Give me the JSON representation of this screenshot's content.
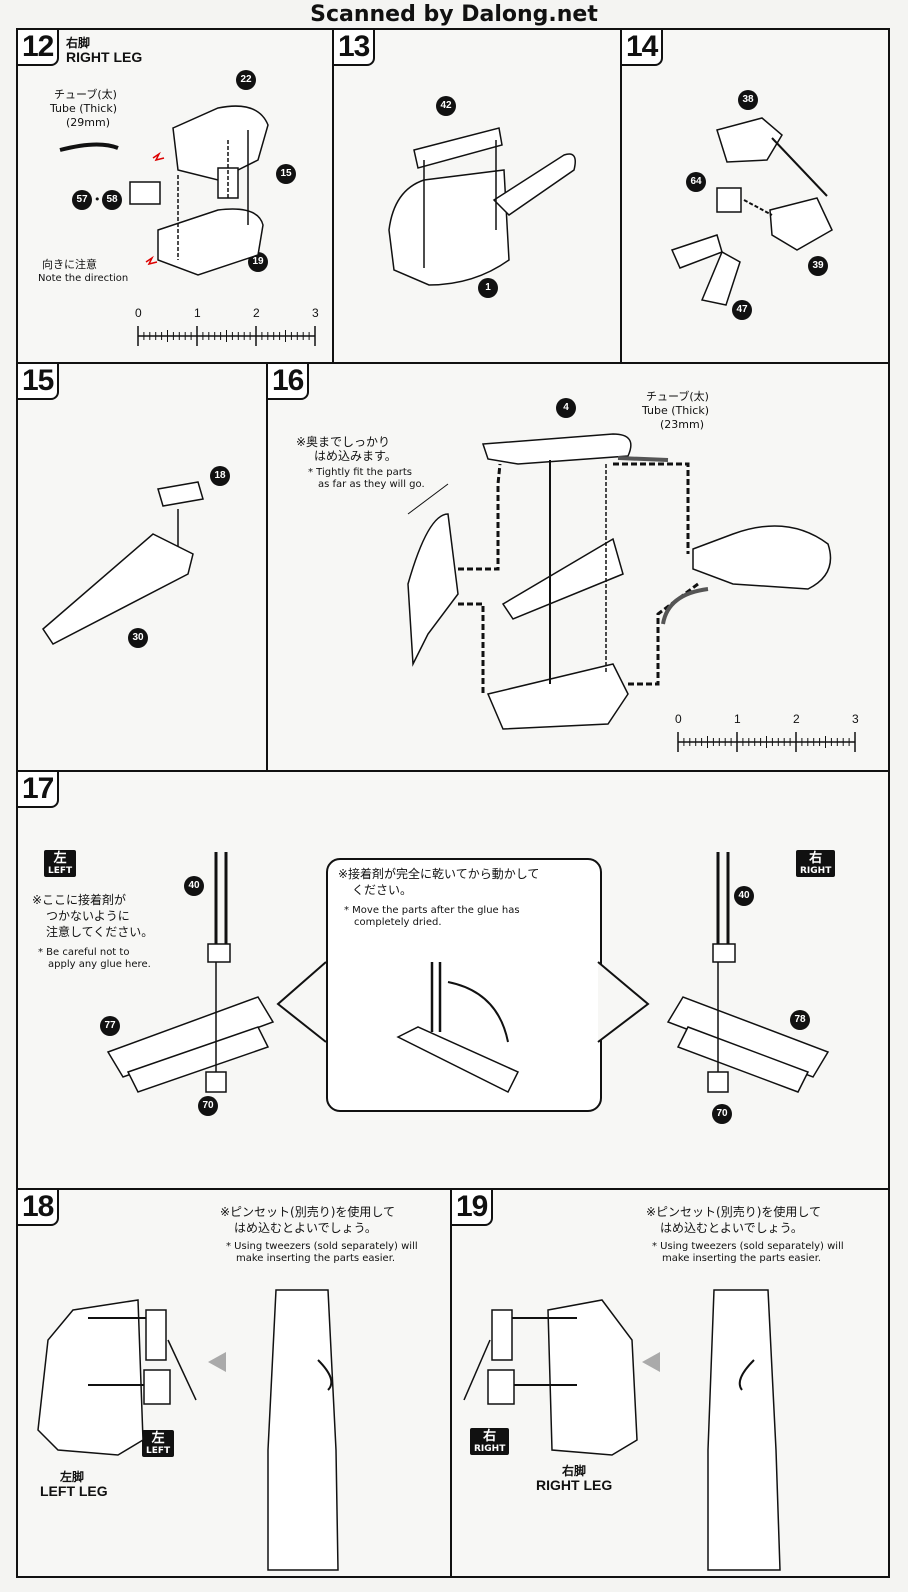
{
  "header": "Scanned by Dalong.net",
  "parts": {
    "p1": "1",
    "p4": "4",
    "p15": "15",
    "p18": "18",
    "p19": "19",
    "p22": "22",
    "p30": "30",
    "p38": "38",
    "p39": "39",
    "p40": "40",
    "p42": "42",
    "p47": "47",
    "p57": "57",
    "p58": "58",
    "p64": "64",
    "p70": "70",
    "p77": "77",
    "p78": "78"
  },
  "step12": {
    "number": "12",
    "title_jp": "右脚",
    "title_en": "RIGHT LEG",
    "tube_jp": "チューブ(太)",
    "tube_en": "Tube (Thick)",
    "tube_len": "(29mm)",
    "note_jp": "向きに注意",
    "note_en": "Note the direction",
    "sep": "•",
    "ruler": [
      "0",
      "1",
      "2",
      "3"
    ]
  },
  "step13": {
    "number": "13"
  },
  "step14": {
    "number": "14"
  },
  "step15": {
    "number": "15"
  },
  "step16": {
    "number": "16",
    "note_jp1": "※奥までしっかり",
    "note_jp2": "はめ込みます。",
    "note_en1": "* Tightly fit the parts",
    "note_en2": "as far as they will go.",
    "tube_jp": "チューブ(太)",
    "tube_en": "Tube (Thick)",
    "tube_len": "(23mm)",
    "ruler": [
      "0",
      "1",
      "2",
      "3"
    ]
  },
  "step17": {
    "number": "17",
    "left_jp": "左",
    "left_en": "LEFT",
    "right_jp": "右",
    "right_en": "RIGHT",
    "note_jp1": "※ここに接着剤が",
    "note_jp2": "つかないように",
    "note_jp3": "注意してください。",
    "note_en1": "* Be careful not to",
    "note_en2": "apply any glue here.",
    "bubble_jp1": "※接着剤が完全に乾いてから動かして",
    "bubble_jp2": "ください。",
    "bubble_en1": "* Move the parts after the glue has",
    "bubble_en2": "completely dried."
  },
  "step18": {
    "number": "18",
    "note_jp1": "※ピンセット(別売り)を使用して",
    "note_jp2": "はめ込むとよいでしょう。",
    "note_en1": "* Using tweezers (sold separately) will",
    "note_en2": "make inserting the parts easier.",
    "badge_jp": "左",
    "badge_en": "LEFT",
    "leg_jp": "左脚",
    "leg_en": "LEFT LEG"
  },
  "step19": {
    "number": "19",
    "note_jp1": "※ピンセット(別売り)を使用して",
    "note_jp2": "はめ込むとよいでしょう。",
    "note_en1": "* Using tweezers (sold separately) will",
    "note_en2": "make inserting the parts easier.",
    "badge_jp": "右",
    "badge_en": "RIGHT",
    "leg_jp": "右脚",
    "leg_en": "RIGHT LEG"
  }
}
